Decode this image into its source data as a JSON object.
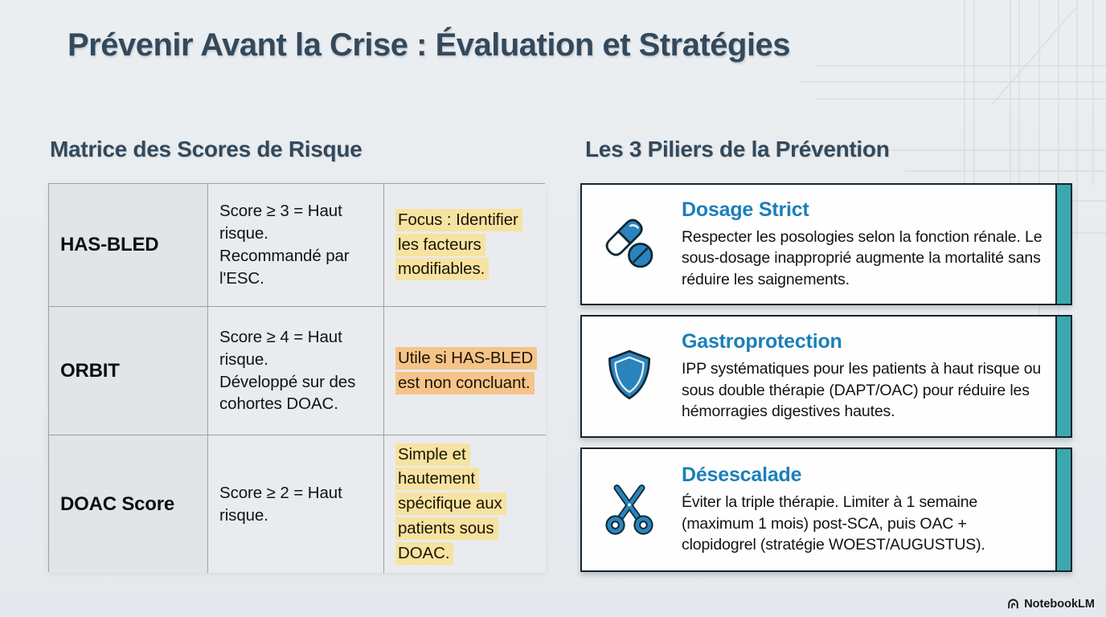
{
  "title": "Prévenir Avant la Crise : Évaluation et Stratégies",
  "colors": {
    "title_color": "#33495c",
    "heading_blue": "#1c7fb9",
    "accent_teal": "#3aa8ad",
    "hl_yellow": "#f6e3a1",
    "hl_orange": "#f6c489",
    "icon_blue": "#2b83bd",
    "background": "#e9edf0"
  },
  "score_matrix": {
    "heading": "Matrice des Scores de Risque",
    "rows": [
      {
        "name": "HAS-BLED",
        "criteria": "Score ≥ 3 = Haut risque.\nRecommandé par l'ESC.",
        "note": "Focus : Identifier les facteurs modifiables.",
        "note_highlight": "yellow"
      },
      {
        "name": "ORBIT",
        "criteria": "Score ≥ 4 = Haut risque.\nDéveloppé sur des cohortes DOAC.",
        "note": "Utile si HAS-BLED est non concluant.",
        "note_highlight": "orange"
      },
      {
        "name": "DOAC Score",
        "criteria": "Score ≥ 2 = Haut risque.",
        "note": "Simple et hautement spécifique aux patients sous DOAC.",
        "note_highlight": "yellow"
      }
    ]
  },
  "pillars": {
    "heading": "Les 3 Piliers de la Prévention",
    "items": [
      {
        "icon": "pills-icon",
        "title": "Dosage Strict",
        "description": "Respecter les posologies selon la fonction rénale. Le sous-dosage inapproprié augmente la mortalité sans réduire les saignements."
      },
      {
        "icon": "shield-icon",
        "title": "Gastroprotection",
        "description": "IPP systématiques pour les patients à haut risque ou sous double thérapie (DAPT/OAC) pour réduire les hémorragies digestives hautes."
      },
      {
        "icon": "scissors-icon",
        "title": "Désescalade",
        "description": "Éviter la triple thérapie. Limiter à 1 semaine (maximum 1 mois) post-SCA, puis OAC + clopidogrel (stratégie WOEST/AUGUSTUS)."
      }
    ]
  },
  "footer": {
    "brand": "NotebookLM"
  }
}
